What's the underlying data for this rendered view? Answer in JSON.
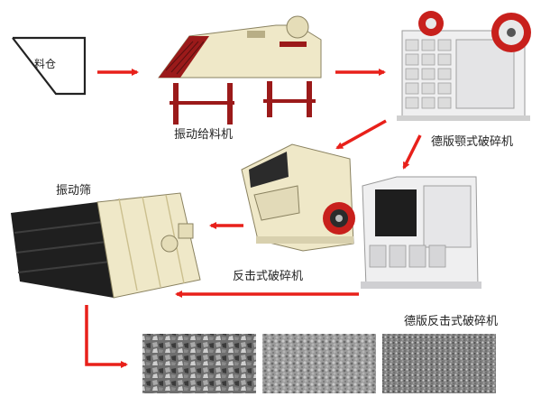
{
  "diagram": {
    "hopper": {
      "label": "料仓"
    },
    "machines": {
      "vibrating_feeder": {
        "label": "振动给料机"
      },
      "jaw_crusher": {
        "label": "德版颚式破碎机"
      },
      "impact_crusher": {
        "label": "反击式破碎机"
      },
      "de_impact_crusher": {
        "label": "德版反击式破碎机"
      },
      "vibrating_screen": {
        "label": "振动筛"
      }
    }
  },
  "colors": {
    "arrow": "#e8201a",
    "machine_body": "#efe8c8",
    "machine_dark": "#2b2b2b",
    "frame_red": "#9b1a1a",
    "wheel_red": "#c8201c",
    "outline": "#222222"
  }
}
